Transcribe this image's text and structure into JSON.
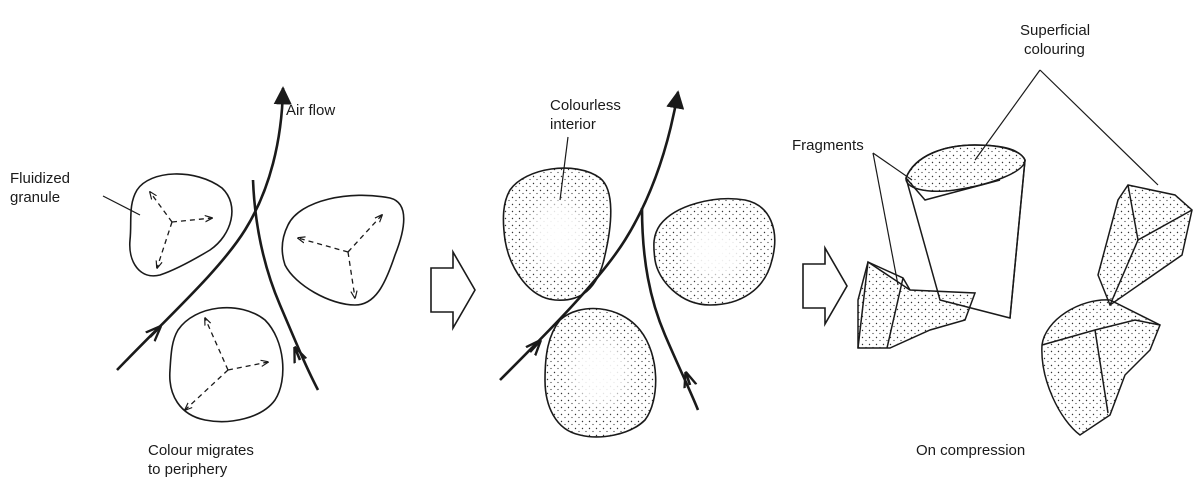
{
  "labels": {
    "fluidized_granule": [
      "Fluidized",
      "granule"
    ],
    "air_flow": "Air flow",
    "colour_migrates": [
      "Colour migrates",
      "to periphery"
    ],
    "colourless_interior": [
      "Colourless",
      "interior"
    ],
    "fragments": "Fragments",
    "superficial_colouring": [
      "Superficial",
      "colouring"
    ],
    "on_compression": "On compression"
  },
  "colors": {
    "stroke": "#1a1a1a",
    "background": "#ffffff"
  }
}
